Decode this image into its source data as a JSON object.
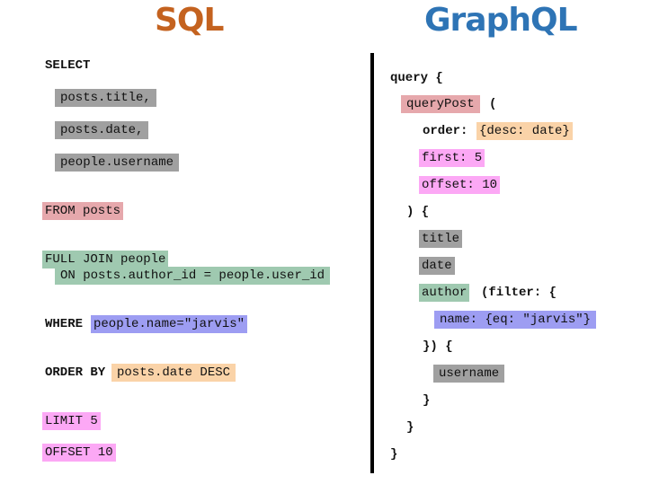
{
  "colors": {
    "sql_title": "#C4621F",
    "graphql_title": "#2E74B5",
    "divider": "#000000",
    "gray": "#A0A0A0",
    "pink": "#E6A8AC",
    "green": "#9FC9B0",
    "purple": "#9D9DF2",
    "orange": "#FAD3A8",
    "magenta": "#FCA8F5"
  },
  "titles": {
    "sql": "SQL",
    "graphql": "GraphQL"
  },
  "sql": {
    "select": "SELECT",
    "field_title": "posts.title,",
    "field_date": "posts.date,",
    "field_username": "people.username",
    "from": "FROM posts",
    "join": "FULL JOIN people",
    "on": "ON posts.author_id = people.user_id",
    "where_kw": "WHERE",
    "where_cond": "people.name=\"jarvis\"",
    "order_kw": "ORDER BY",
    "order_expr": "posts.date DESC",
    "limit": "LIMIT 5",
    "offset": "OFFSET 10"
  },
  "graphql": {
    "query_open": "query {",
    "query_post": "queryPost",
    "paren_open": "(",
    "order_kw": "order:",
    "order_val": "{desc: date}",
    "first": "first: 5",
    "offset": "offset: 10",
    "args_close": ") {",
    "f_title": "title",
    "f_date": "date",
    "f_author": "author",
    "filter_kw": "(filter: {",
    "filter_cond": "name: {eq: \"jarvis\"}",
    "filter_close": "}) {",
    "f_username": "username",
    "close_author": "}",
    "close_post": "}",
    "close_query": "}"
  }
}
